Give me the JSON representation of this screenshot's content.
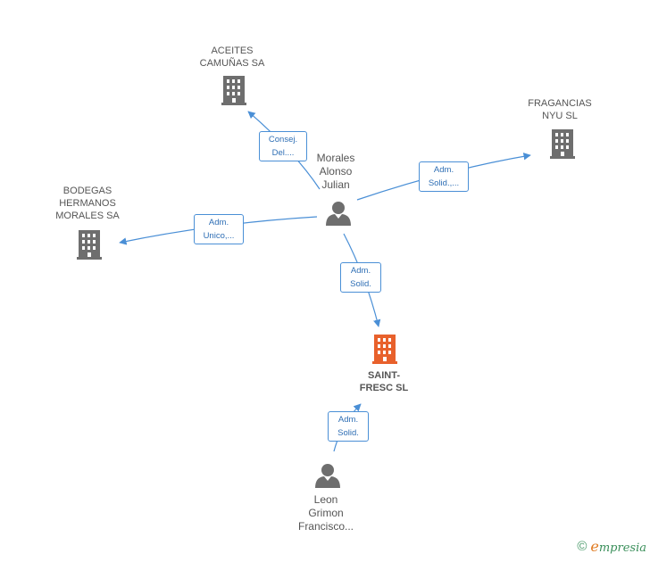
{
  "nodes": {
    "aceites": {
      "label": "ACEITES\nCAMUÑAS SA",
      "kind": "company"
    },
    "fragancias": {
      "label": "FRAGANCIAS\nNYU SL",
      "kind": "company"
    },
    "bodegas": {
      "label": "BODEGAS\nHERMANOS\nMORALES SA",
      "kind": "company"
    },
    "morales": {
      "label": "Morales\nAlonso\nJulian",
      "kind": "person"
    },
    "saintfresc": {
      "label": "SAINT-\nFRESC SL",
      "kind": "company-focus"
    },
    "leon": {
      "label": "Leon\nGrimon\nFrancisco...",
      "kind": "person"
    }
  },
  "edges": {
    "morales_aceites": {
      "label": "Consej.\nDel...."
    },
    "morales_fragancias": {
      "label": "Adm.\nSolid.,..."
    },
    "morales_bodegas": {
      "label": "Adm.\nUnico,..."
    },
    "morales_saintfresc": {
      "label": "Adm.\nSolid."
    },
    "leon_saintfresc": {
      "label": "Adm.\nSolid."
    }
  },
  "colors": {
    "company": "#6e6e6e",
    "focus": "#e8612c",
    "person": "#6e6e6e",
    "edge": "#4a8fd6"
  },
  "footer": {
    "copyright_symbol": "©",
    "brand_first": "e",
    "brand_rest": "mpresia"
  }
}
